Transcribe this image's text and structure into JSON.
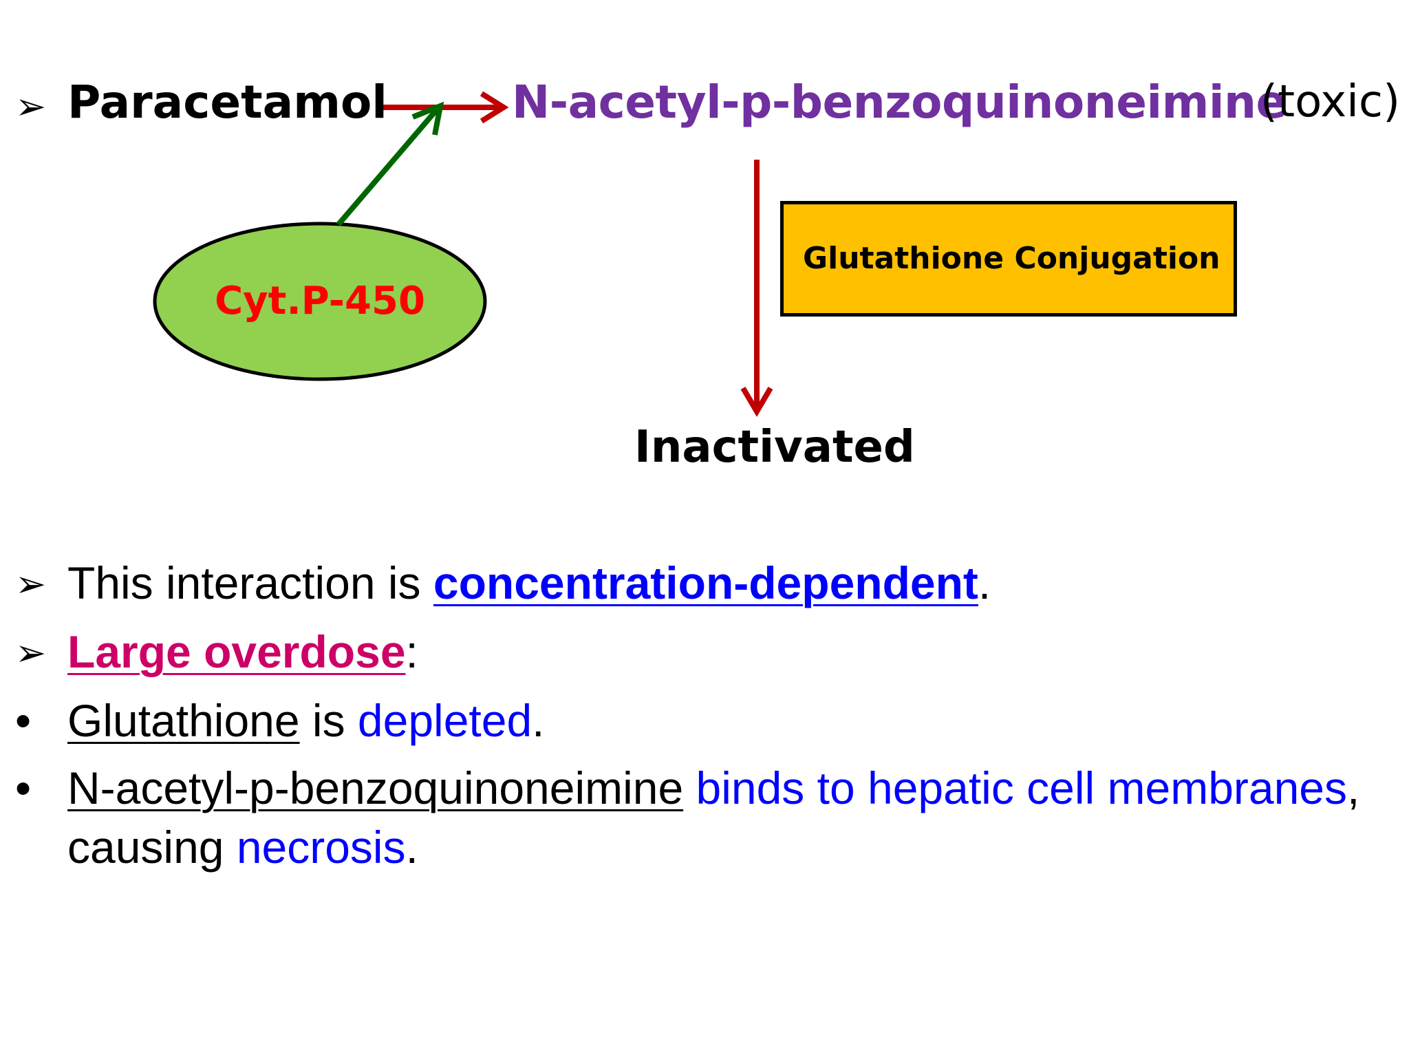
{
  "diagram": {
    "bullet_arrow": "➢",
    "substrate": "Paracetamol",
    "metabolite": "N-acetyl-p-benzoquinoneimine",
    "metabolite_note": "(toxic)",
    "enzyme": "Cyt.P-450",
    "conjugation": "Glutathione Conjugation",
    "outcome": "Inactivated",
    "colors": {
      "metabolite": "#7030a0",
      "enzyme_text": "#ff0000",
      "enzyme_fill": "#92d050",
      "conjugation_fill": "#ffc000",
      "reaction_arrow": "#c00000",
      "enzyme_arrow": "#006600"
    }
  },
  "points": {
    "p1": {
      "marker": "➢",
      "text_a": "This interaction is ",
      "emph": "concentration-dependent",
      "text_b": "."
    },
    "p2": {
      "marker": "➢",
      "emph": "Large overdose",
      "text_b": ":"
    },
    "p3": {
      "marker": "•",
      "subject": "Glutathione",
      "text_a": " is ",
      "emph": "depleted",
      "text_b": "."
    },
    "p4": {
      "marker": "•",
      "subject": "N-acetyl-p-benzoquinoneimine",
      "emph": " binds to hepatic cell membranes",
      "text_b": ",",
      "line2_a": "causing ",
      "line2_emph": "necrosis",
      "line2_b": "."
    }
  }
}
